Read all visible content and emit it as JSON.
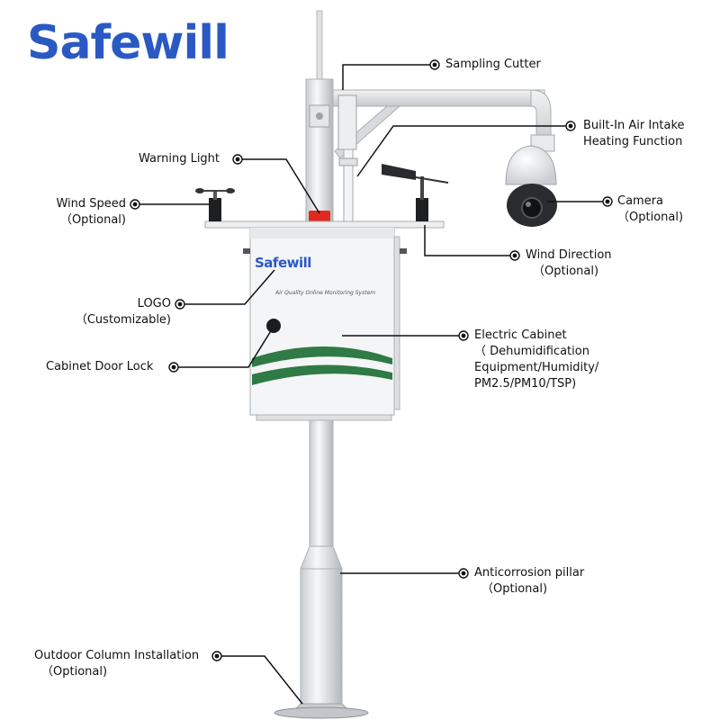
{
  "brand": {
    "logo": "Safewill",
    "cabinet_brand": "Safewill",
    "cabinet_subtitle": "Air Quality Online Monitoring System"
  },
  "colors": {
    "logo_blue": "#2a59c4",
    "cabinet_green": "#2f7a45",
    "warning_red": "#e02a20",
    "leader_line": "#111111"
  },
  "labels": {
    "sampling_cutter": [
      "Sampling Cutter"
    ],
    "air_intake": [
      "Built-In Air Intake",
      "Heating Function"
    ],
    "warning_light": [
      "Warning Light"
    ],
    "wind_speed": [
      "Wind Speed",
      "（Optional)"
    ],
    "camera": [
      "Camera",
      "（Optional)"
    ],
    "wind_direction": [
      "Wind Direction",
      "（Optional)"
    ],
    "logo": [
      "LOGO",
      "（Customizable)"
    ],
    "electric_cabinet": [
      "Electric Cabinet",
      "（ Dehumidification",
      "Equipment/Humidity/",
      "PM2.5/PM10/TSP)"
    ],
    "door_lock": [
      "Cabinet Door Lock"
    ],
    "pillar": [
      "Anticorrosion pillar",
      "（Optional)"
    ],
    "column": [
      "Outdoor Column Installation",
      "（Optional)"
    ]
  }
}
